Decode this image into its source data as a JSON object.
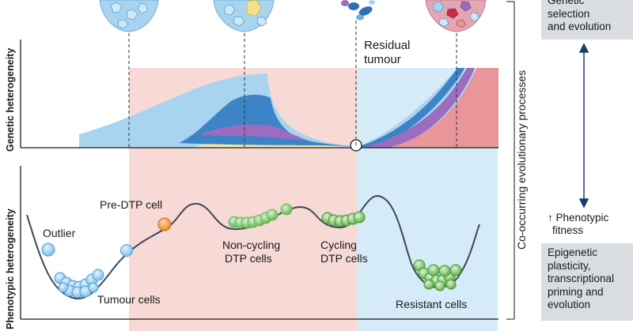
{
  "axes": {
    "top_ylabel": "Genetic heterogeneity",
    "bottom_ylabel": "Phenotypic heterogeneity"
  },
  "top_panel": {
    "residual_label_line1": "Residual",
    "residual_label_line2": "tumour"
  },
  "bottom_panel": {
    "outlier": "Outlier",
    "pre_dtp_cell": "Pre-DTP cell",
    "tumour_cells": "Tumour cells",
    "non_cycling_line1": "Non-cycling",
    "non_cycling_line2": "DTP cells",
    "cycling_line1": "Cycling",
    "cycling_line2": "DTP cells",
    "resistant_cells": "Resistant cells"
  },
  "side_panel": {
    "vertical_title": "Co-occurring evolutionary processes",
    "genetic_box_line1": "Genetic",
    "genetic_box_line2": "selection",
    "genetic_box_line3": "and evolution",
    "phenotypic_fitness_line1": "↑ Phenotypic",
    "phenotypic_fitness_line2": "fitness",
    "epigenetic_line1": "Epigenetic",
    "epigenetic_line2": "plasticity,",
    "epigenetic_line3": "transcriptional",
    "epigenetic_line4": "priming and",
    "epigenetic_line5": "evolution"
  },
  "colors": {
    "treatment_phase": "#f7d9d6",
    "relapse_phase": "#d6ebf8",
    "light_blue": "#a9d4ef",
    "mid_blue": "#3c84c6",
    "purple": "#9b6cbf",
    "yellow": "#f3e8a4",
    "salmon": "#e8969a",
    "green": "#6cbf5a",
    "orange": "#ef9a3c",
    "side_box": "#d9dde2"
  }
}
